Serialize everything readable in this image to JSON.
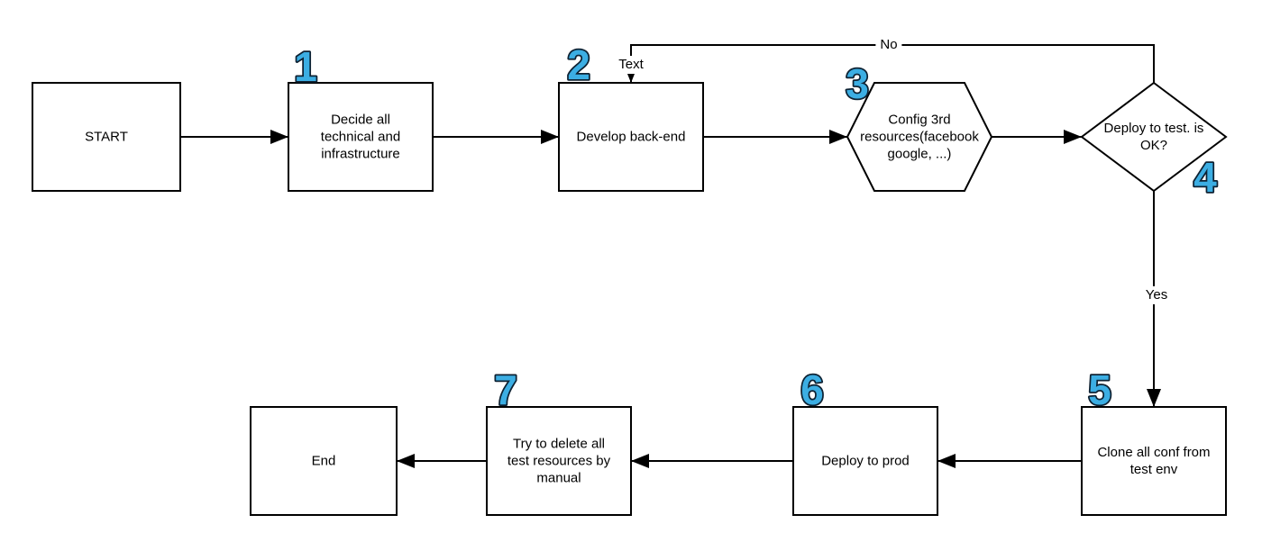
{
  "diagram": {
    "type": "flowchart",
    "background_color": "#ffffff",
    "shape_stroke_color": "#000000",
    "shape_fill_color": "#ffffff",
    "step_number_fill_color": "#3caee3",
    "step_number_outline_color": "#0e2233",
    "nodes": [
      {
        "id": "start",
        "shape": "rectangle",
        "label": "START"
      },
      {
        "id": "step1",
        "shape": "rectangle",
        "number": "1",
        "label": "Decide all technical and infrastructure"
      },
      {
        "id": "step2",
        "shape": "rectangle",
        "number": "2",
        "label": "Develop back-end"
      },
      {
        "id": "step3",
        "shape": "hexagon",
        "number": "3",
        "label": "Config 3rd resources(facebook google, ...)"
      },
      {
        "id": "step4",
        "shape": "diamond",
        "number": "4",
        "label": "Deploy to test. is OK?"
      },
      {
        "id": "step5",
        "shape": "rectangle",
        "number": "5",
        "label": "Clone all conf from test env"
      },
      {
        "id": "step6",
        "shape": "rectangle",
        "number": "6",
        "label": "Deploy to prod"
      },
      {
        "id": "step7",
        "shape": "rectangle",
        "number": "7",
        "label": "Try to delete all test resources by manual"
      },
      {
        "id": "end",
        "shape": "rectangle",
        "label": "End"
      }
    ],
    "connector_labels": {
      "no": "No",
      "yes": "Yes",
      "annotation": "Text"
    },
    "edges": [
      {
        "from": "start",
        "to": "step1"
      },
      {
        "from": "step1",
        "to": "step2"
      },
      {
        "from": "step2",
        "to": "step3"
      },
      {
        "from": "step3",
        "to": "step4"
      },
      {
        "from": "step4",
        "to": "step5",
        "label": "Yes"
      },
      {
        "from": "step4",
        "to": "step2",
        "label": "No"
      },
      {
        "from": "step5",
        "to": "step6"
      },
      {
        "from": "step6",
        "to": "step7"
      },
      {
        "from": "step7",
        "to": "end"
      }
    ]
  }
}
